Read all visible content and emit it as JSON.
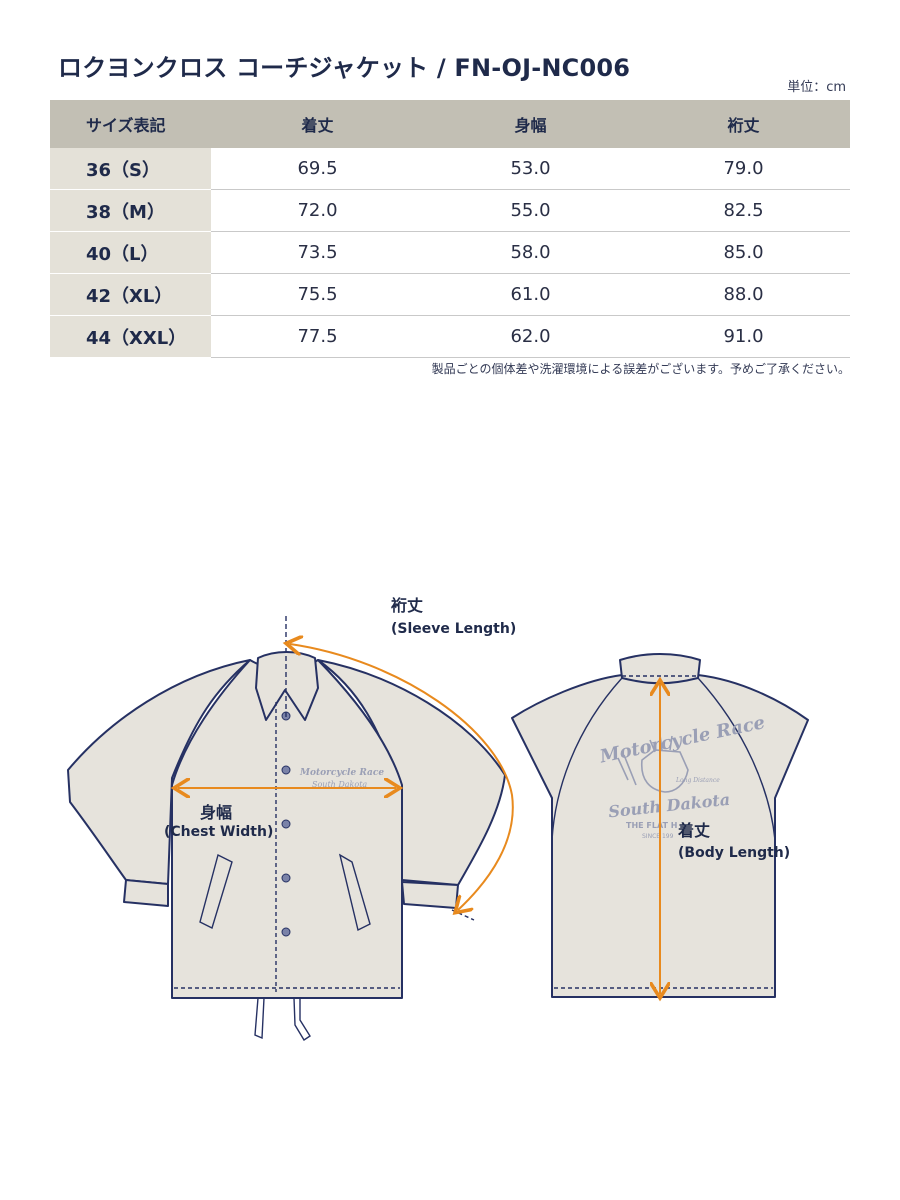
{
  "title": "ロクヨンクロス コーチジャケット / FN-OJ-NC006",
  "unit": "単位：cm",
  "table": {
    "headers": [
      "サイズ表記",
      "着丈",
      "身幅",
      "裄丈"
    ],
    "rows": [
      {
        "size": "36（S）",
        "length": "69.5",
        "width": "53.0",
        "sleeve": "79.0"
      },
      {
        "size": "38（M）",
        "length": "72.0",
        "width": "55.0",
        "sleeve": "82.5"
      },
      {
        "size": "40（L）",
        "length": "73.5",
        "width": "58.0",
        "sleeve": "85.0"
      },
      {
        "size": "42（XL）",
        "length": "75.5",
        "width": "61.0",
        "sleeve": "88.0"
      },
      {
        "size": "44（XXL）",
        "length": "77.5",
        "width": "62.0",
        "sleeve": "91.0"
      }
    ]
  },
  "note": "製品ごとの個体差や洗濯環境による誤差がございます。予めご了承ください。",
  "diagram": {
    "sleeve_label": "裄丈",
    "sleeve_label_en": "(Sleeve Length)",
    "chest_label": "身幅",
    "chest_label_en": "(Chest Width)",
    "body_label": "着丈",
    "body_label_en": "(Body Length)",
    "front_print_line1": "Motorcycle Race",
    "front_print_line2": "South Dakota",
    "back_print_top": "Motorcycle Race",
    "back_print_small": "Long Distance",
    "back_print_mid": "South Dakota",
    "back_print_brand": "THE FLAT H",
    "back_print_since": "SINCE 199",
    "colors": {
      "jacket_fill": "#e6e3dc",
      "outline": "#263163",
      "arrow": "#e88a1e",
      "print": "#9a9fb5"
    }
  }
}
